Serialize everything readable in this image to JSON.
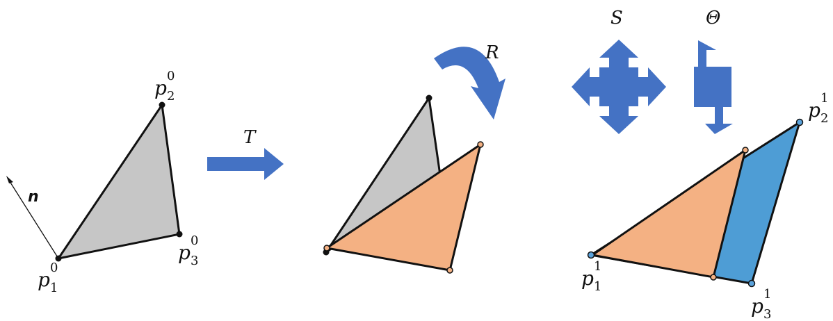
{
  "labels": {
    "normal": "n",
    "translate": "T",
    "rotate": "R",
    "scale": "S",
    "shear": "Θ"
  },
  "points_initial": {
    "p1": {
      "base": "p",
      "sub": "1",
      "sup": "0"
    },
    "p2": {
      "base": "p",
      "sub": "2",
      "sup": "0"
    },
    "p3": {
      "base": "p",
      "sub": "3",
      "sup": "0"
    }
  },
  "points_final": {
    "p1": {
      "base": "p",
      "sub": "1",
      "sup": "1"
    },
    "p2": {
      "base": "p",
      "sub": "2",
      "sup": "1"
    },
    "p3": {
      "base": "p",
      "sub": "3",
      "sup": "1"
    }
  },
  "colors": {
    "gray_fill": "#c6c6c6",
    "orange_fill": "#f4b183",
    "blue_fill": "#4e9dd5",
    "arrow_blue": "#4472c4",
    "stroke": "#111111",
    "blue_point": "#5ba3dc"
  }
}
